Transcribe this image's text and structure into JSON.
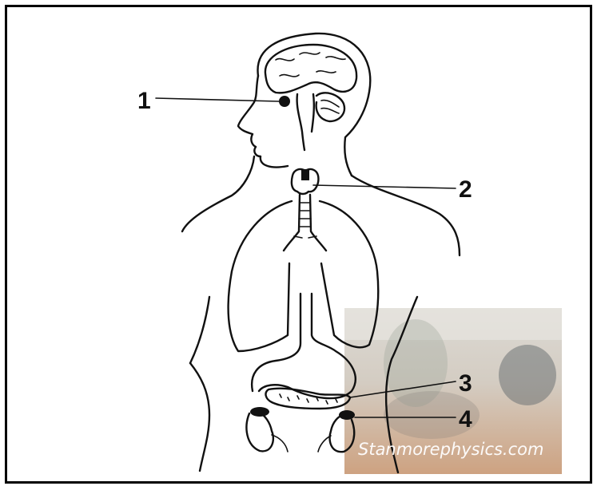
{
  "labels": [
    "1",
    "2",
    "3",
    "4"
  ],
  "watermark": "Stanmorephysics.com",
  "colors": {
    "ink": "#111111",
    "background": "#ffffff",
    "frame": "#000000"
  }
}
